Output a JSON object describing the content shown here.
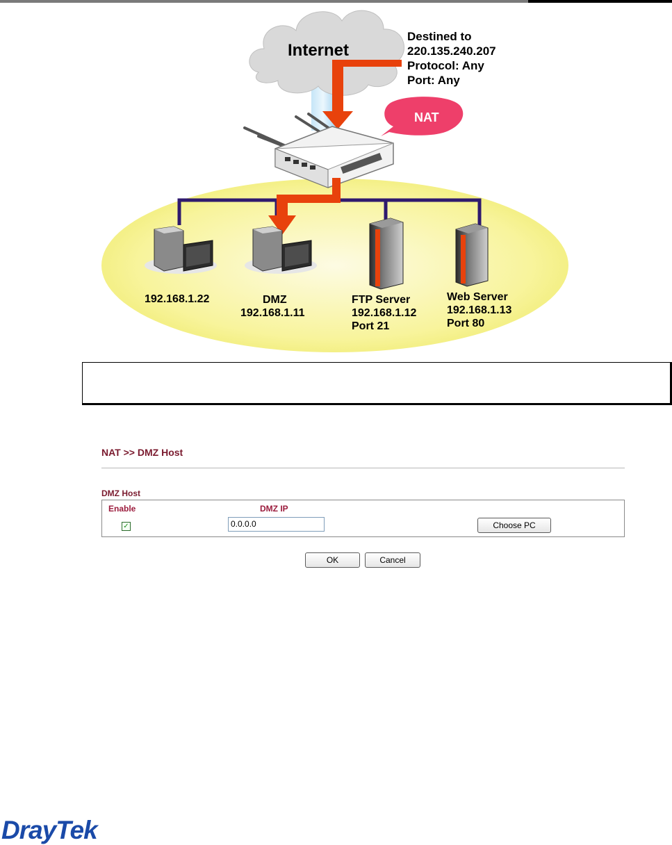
{
  "diagram": {
    "internet_label": "Internet",
    "destination_lines": [
      "Destined to",
      "220.135.240.207",
      "Protocol: Any",
      "Port: Any"
    ],
    "nat_bubble": "NAT",
    "hosts": [
      {
        "lines": [
          "192.168.1.22"
        ]
      },
      {
        "lines": [
          "DMZ",
          "192.168.1.11"
        ]
      },
      {
        "lines": [
          "FTP Server",
          "192.168.1.12",
          "Port 21"
        ]
      },
      {
        "lines": [
          "Web Server",
          "192.168.1.13",
          "Port 80"
        ]
      }
    ],
    "colors": {
      "arrow": "#e8420c",
      "lan_bus": "#2f1a6e",
      "lan_area": "#f7f39a",
      "nat_bubble": "#ee3f6a",
      "cloud": "#d9d9d9"
    }
  },
  "page": {
    "title": "NAT >> DMZ Host",
    "section": "DMZ Host",
    "columns": {
      "enable": "Enable",
      "dmz_ip": "DMZ IP"
    },
    "enable_checked": true,
    "dmz_ip_value": "0.0.0.0",
    "choose_pc_label": "Choose PC",
    "ok_label": "OK",
    "cancel_label": "Cancel"
  },
  "brand": {
    "logo": "DrayTek"
  }
}
